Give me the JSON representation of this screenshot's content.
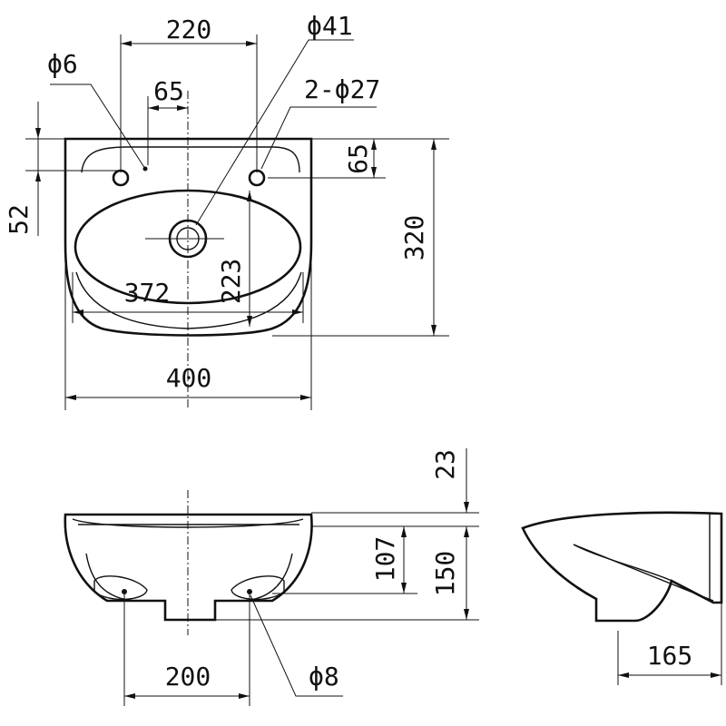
{
  "plan_view": {
    "width_overall": "400",
    "width_bowl": "372",
    "hole_spacing": "220",
    "center_to_hole": "65",
    "depth_overall": "320",
    "center_to_front": "223",
    "rim_to_hole_right": "65",
    "rim_to_hole_left": "52",
    "drain_diameter": "ϕ41",
    "small_hole": "ϕ6",
    "tap_holes": "2-ϕ27"
  },
  "front_view": {
    "rim_height": "23",
    "bowl_depth": "107",
    "total_height": "150",
    "mount_spacing": "200",
    "mount_hole": "ϕ8"
  },
  "side_view": {
    "projection": "165"
  }
}
